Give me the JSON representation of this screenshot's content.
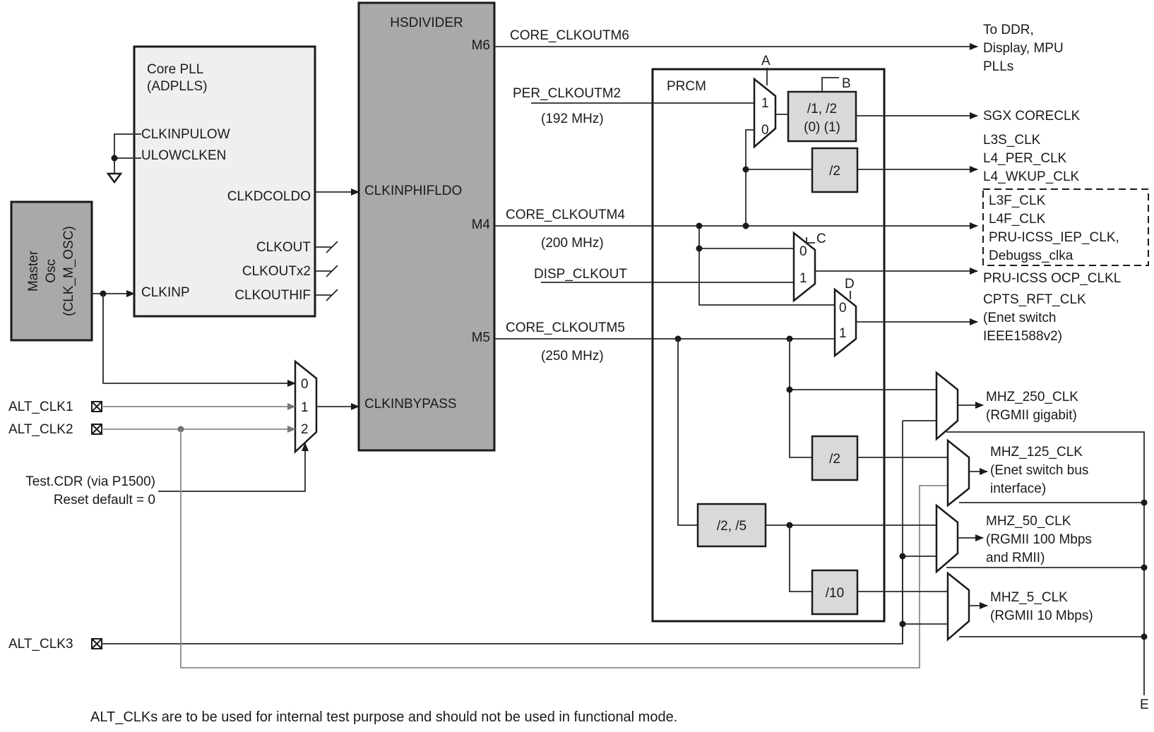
{
  "diagram": {
    "core_pll": {
      "title_line1": "Core PLL",
      "title_line2": "(ADPLLS)",
      "clkinpulow": "CLKINPULOW",
      "ulowclken": "ULOWCLKEN",
      "clkdcoldo": "CLKDCOLDO",
      "clkout": "CLKOUT",
      "clkoutx2": "CLKOUTx2",
      "clkouthif": "CLKOUTHIF",
      "clkinp": "CLKINP"
    },
    "master_osc": {
      "line1": "Master",
      "line2": "Osc",
      "line3": "(CLK_M_OSC)"
    },
    "hsdivider": {
      "title": "HSDIVIDER",
      "m6": "M6",
      "m4": "M4",
      "m5": "M5",
      "clkinphifldo": "CLKINPHIFLDO",
      "clkinbypass": "CLKINBYPASS"
    },
    "signals": {
      "core_clkoutm6": "CORE_CLKOUTM6",
      "per_clkoutm2": "PER_CLKOUTM2",
      "per_freq": "(192 MHz)",
      "core_clkoutm4": "CORE_CLKOUTM4",
      "m4_freq": "(200 MHz)",
      "disp_clkout": "DISP_CLKOUT",
      "core_clkoutm5": "CORE_CLKOUTM5",
      "m5_freq": "(250 MHz)"
    },
    "prcm": {
      "title": "PRCM",
      "label_a": "A",
      "label_b": "B",
      "label_c": "C",
      "label_d": "D",
      "div_12_line1": "/1, /2",
      "div_12_line2": "(0) (1)",
      "div2_upper": "/2",
      "div2_lower": "/2",
      "div_25": "/2, /5",
      "div_10": "/10",
      "mux_in_1": "1",
      "mux_in_0": "0"
    },
    "inputs": {
      "alt_clk1": "ALT_CLK1",
      "alt_clk2": "ALT_CLK2",
      "alt_clk3": "ALT_CLK3",
      "test_cdr_line1": "Test.CDR (via P1500)",
      "test_cdr_line2": "Reset default = 0",
      "mux_in_0": "0",
      "mux_in_1": "1",
      "mux_in_2": "2"
    },
    "outputs": {
      "ddr_line1": "To DDR,",
      "ddr_line2": "Display, MPU",
      "ddr_line3": "PLLs",
      "sgx": "SGX CORECLK",
      "l3s": "L3S_CLK",
      "l4per": "L4_PER_CLK",
      "l4wkup": "L4_WKUP_CLK",
      "l3f": "L3F_CLK",
      "l4f": "L4F_CLK",
      "pru_iep": "PRU-ICSS_IEP_CLK,",
      "debugss": "Debugss_clka",
      "pru_ocp": "PRU-ICSS OCP_CLKL",
      "cpts_line1": "CPTS_RFT_CLK",
      "cpts_line2": "(Enet switch",
      "cpts_line3": "IEEE1588v2)",
      "mhz250_line1": "MHZ_250_CLK",
      "mhz250_line2": "(RGMII gigabit)",
      "mhz125_line1": "MHZ_125_CLK",
      "mhz125_line2": "(Enet switch bus",
      "mhz125_line3": "interface)",
      "mhz50_line1": "MHZ_50_CLK",
      "mhz50_line2": "(RGMII 100 Mbps",
      "mhz50_line3": "and RMII)",
      "mhz5_line1": "MHZ_5_CLK",
      "mhz5_line2": "(RGMII 10 Mbps)",
      "label_e": "E"
    },
    "footnote": "ALT_CLKs are to be used for internal test purpose and should not be used in functional mode."
  }
}
